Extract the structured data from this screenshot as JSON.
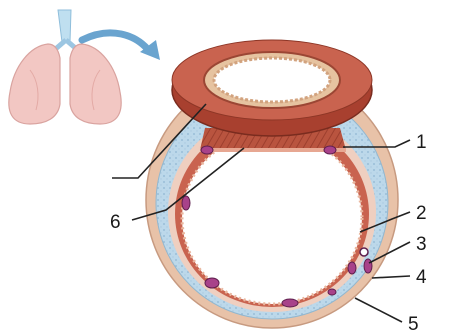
{
  "labels": [
    {
      "id": "label-1",
      "text": "1"
    },
    {
      "id": "label-2",
      "text": "2"
    },
    {
      "id": "label-3",
      "text": "3"
    },
    {
      "id": "label-4",
      "text": "4"
    },
    {
      "id": "label-5",
      "text": "5"
    },
    {
      "id": "label-6",
      "text": "6"
    }
  ],
  "colors": {
    "tissue_outer": "#e8c2a8",
    "cartilage": "#bcd8ea",
    "wall_red": "#c9634f",
    "nucleus": "#a8428a",
    "lung": "#f2c7c3",
    "trachea": "#bfdff0",
    "arrow": "#6aa4cf",
    "line": "#222222"
  }
}
